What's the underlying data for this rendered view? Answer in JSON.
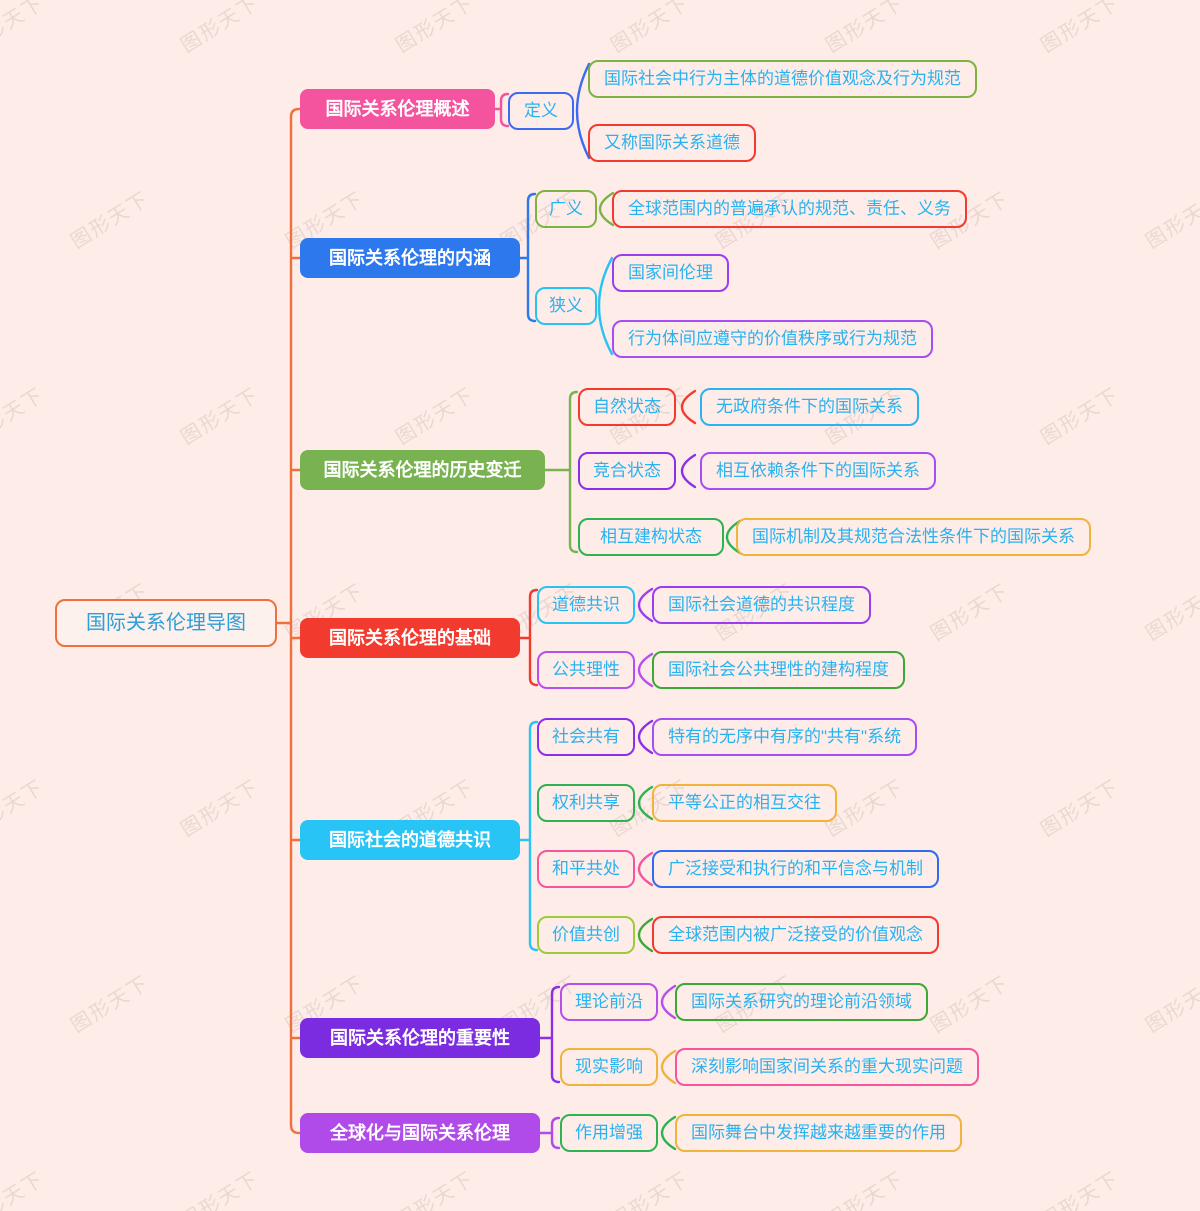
{
  "root": {
    "label": "国际关系伦理导图",
    "border_color": "#f0703c",
    "text_color": "#2e9ed8"
  },
  "watermark": "图形天下",
  "palette": {
    "background": "#fdece7",
    "spine": "#f0703c",
    "node_text": "#29b2f0",
    "red": "#f23a2e",
    "green": "#3da835",
    "yellow_green": "#8bc34a",
    "cyan": "#29c3f2",
    "blue": "#2f6bf0",
    "royal_blue": "#3c6af0",
    "violet": "#8b2fe8",
    "orchid": "#a64df5",
    "magenta_purple": "#b84df0",
    "pink": "#f5549e",
    "amber": "#f0b43c"
  },
  "branches": [
    {
      "label": "国际关系伦理概述",
      "color": "#f4539e",
      "children": [
        {
          "label": "定义",
          "color": "#3c6af0",
          "children": [
            {
              "label": "国际社会中行为主体的道德价值观念及行为规范",
              "color": "#7cb342"
            },
            {
              "label": "又称国际关系道德",
              "color": "#f23a2e"
            }
          ]
        }
      ]
    },
    {
      "label": "国际关系伦理的内涵",
      "color": "#2e78ee",
      "children": [
        {
          "label": "广义",
          "color": "#7cb342",
          "children": [
            {
              "label": "全球范围内的普遍承认的规范、责任、义务",
              "color": "#f23a2e"
            }
          ]
        },
        {
          "label": "狭义",
          "color": "#29c3f2",
          "children": [
            {
              "label": "国家间伦理",
              "color": "#9c3df0"
            },
            {
              "label": "行为体间应遵守的价值秩序或行为规范",
              "color": "#a64df5"
            }
          ]
        }
      ]
    },
    {
      "label": "国际关系伦理的历史变迁",
      "color": "#79b351",
      "children": [
        {
          "label": "自然状态",
          "color": "#f23a2e",
          "children": [
            {
              "label": "无政府条件下的国际关系",
              "color": "#2bb3f0"
            }
          ]
        },
        {
          "label": "竞合状态",
          "color": "#8b2fe8",
          "children": [
            {
              "label": "相互依赖条件下的国际关系",
              "color": "#a64df5"
            }
          ]
        },
        {
          "label": "相互建构状态",
          "color": "#2eb350",
          "children": [
            {
              "label": "国际机制及其规范合法性条件下的国际关系",
              "color": "#f0b43c"
            }
          ]
        }
      ]
    },
    {
      "label": "国际关系伦理的基础",
      "color": "#f23b2e",
      "children": [
        {
          "label": "道德共识",
          "color": "#29c3f2",
          "children": [
            {
              "label": "国际社会道德的共识程度",
              "color": "#9c3df0"
            }
          ]
        },
        {
          "label": "公共理性",
          "color": "#b84df0",
          "children": [
            {
              "label": "国际社会公共理性的建构程度",
              "color": "#3da835"
            }
          ]
        }
      ]
    },
    {
      "label": "国际社会的道德共识",
      "color": "#27c4f5",
      "children": [
        {
          "label": "社会共有",
          "color": "#8b2fe8",
          "children": [
            {
              "label": "特有的无序中有序的\"共有\"系统",
              "color": "#a64df5"
            }
          ]
        },
        {
          "label": "权利共享",
          "color": "#2eb350",
          "children": [
            {
              "label": "平等公正的相互交往",
              "color": "#f0b43c"
            }
          ]
        },
        {
          "label": "和平共处",
          "color": "#f5549e",
          "children": [
            {
              "label": "广泛接受和执行的和平信念与机制",
              "color": "#2f6bf0"
            }
          ]
        },
        {
          "label": "价值共创",
          "color": "#9ccc3c",
          "children": [
            {
              "label": "全球范围内被广泛接受的价值观念",
              "color": "#f23a2e"
            }
          ]
        }
      ]
    },
    {
      "label": "国际关系伦理的重要性",
      "color": "#7b2ce0",
      "children": [
        {
          "label": "理论前沿",
          "color": "#b84df0",
          "children": [
            {
              "label": "国际关系研究的理论前沿领域",
              "color": "#3da835"
            }
          ]
        },
        {
          "label": "现实影响",
          "color": "#f0b43c",
          "children": [
            {
              "label": "深刻影响国家间关系的重大现实问题",
              "color": "#f5549e"
            }
          ]
        }
      ]
    },
    {
      "label": "全球化与国际关系伦理",
      "color": "#b04ae8",
      "children": [
        {
          "label": "作用增强",
          "color": "#2eb350",
          "children": [
            {
              "label": "国际舞台中发挥越来越重要的作用",
              "color": "#f0b43c"
            }
          ]
        }
      ]
    }
  ]
}
